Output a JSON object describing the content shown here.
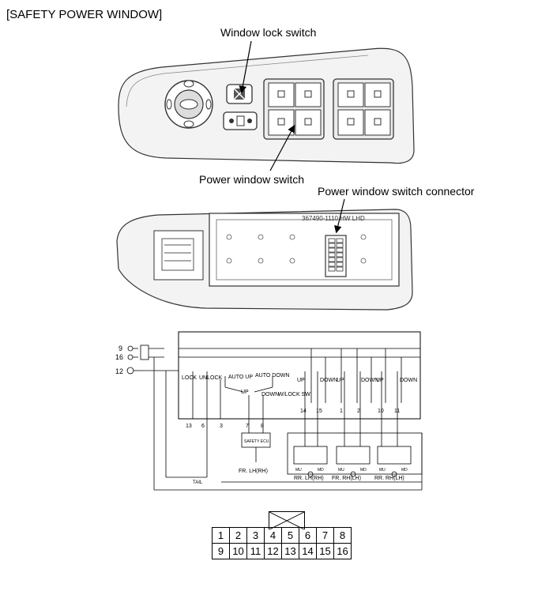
{
  "title": "[SAFETY POWER WINDOW]",
  "labels": {
    "lock_switch": "Window lock switch",
    "power_window_switch": "Power window switch",
    "connector": "Power window switch connector"
  },
  "part_number": "367490-1110 HW LHD",
  "schematic": {
    "terminals_left": [
      "9",
      "16",
      "12"
    ],
    "switch_labels": {
      "lock": "LOCK",
      "unlock": "UNLOCK",
      "auto_up": "AUTO UP",
      "auto_down": "AUTO DOWN",
      "up": "UP",
      "down": "DOWN",
      "wlock_sw": "W/LOCK SW"
    },
    "bottom_pins": [
      "13",
      "6",
      "3",
      "7",
      "8",
      "14",
      "15",
      "1",
      "2",
      "10",
      "11"
    ],
    "ecu_label": "SAFETY ECU",
    "motor_fr_lh": "FR. LH(RH)",
    "motor_rr_lh": "RR. LH(RH)",
    "motor_fr_rh": "FR. RH(LH)",
    "motor_rr_rh": "RR. RH(LH)",
    "tail": "TAIL",
    "mu": "MU",
    "md": "MD"
  },
  "connector_pins": {
    "row1": [
      "1",
      "2",
      "3",
      "4",
      "5",
      "6",
      "7",
      "8"
    ],
    "row2": [
      "9",
      "10",
      "11",
      "12",
      "13",
      "14",
      "15",
      "16"
    ]
  }
}
